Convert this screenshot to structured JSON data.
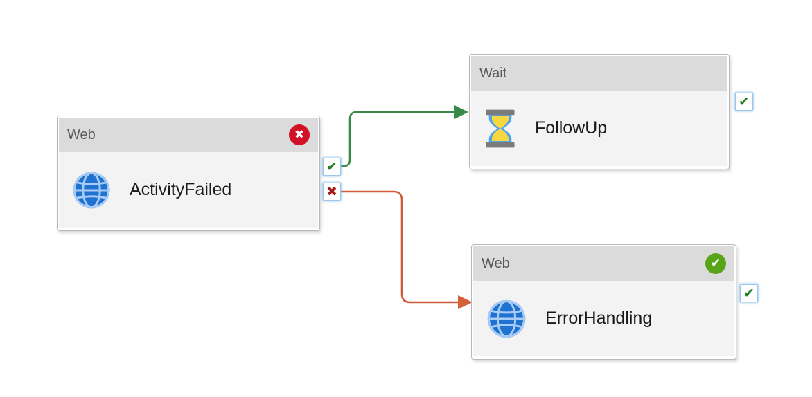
{
  "glyphs": {
    "check": "✔",
    "cross": "✖"
  },
  "colors": {
    "canvas_background": "#ffffff",
    "node_header_bg": "#dbdbdb",
    "node_body_bg": "#f3f3f3",
    "node_border": "#b9b9b9",
    "header_text": "#595959",
    "body_text": "#1a1a1a",
    "success_edge": "#3a8a47",
    "failure_edge": "#cf5b38",
    "failure_arrowhead": "#d4603a",
    "error_badge_bg": "#d01126",
    "success_badge_bg": "#58a618",
    "port_border": "#9cc6e8",
    "port_check_color": "#1e7d1e",
    "port_cross_color": "#a21c1c",
    "globe_icon_blue": "#1f72d0",
    "hourglass_sand_yellow": "#f8d642",
    "hourglass_glass_blue": "#4da4ee"
  },
  "nodes": [
    {
      "type_label": "Web",
      "name": "ActivityFailed",
      "icon": "globe-icon",
      "status_badge": "error",
      "ports": [
        "success",
        "failure"
      ]
    },
    {
      "type_label": "Wait",
      "name": "FollowUp",
      "icon": "hourglass-icon",
      "status_badge": "none",
      "ports": [
        "success"
      ]
    },
    {
      "type_label": "Web",
      "name": "ErrorHandling",
      "icon": "globe-icon",
      "status_badge": "success",
      "ports": [
        "success"
      ]
    }
  ],
  "edges": [
    {
      "from": "ActivityFailed",
      "via": "on-success",
      "to": "FollowUp"
    },
    {
      "from": "ActivityFailed",
      "via": "on-failure",
      "to": "ErrorHandling"
    }
  ]
}
